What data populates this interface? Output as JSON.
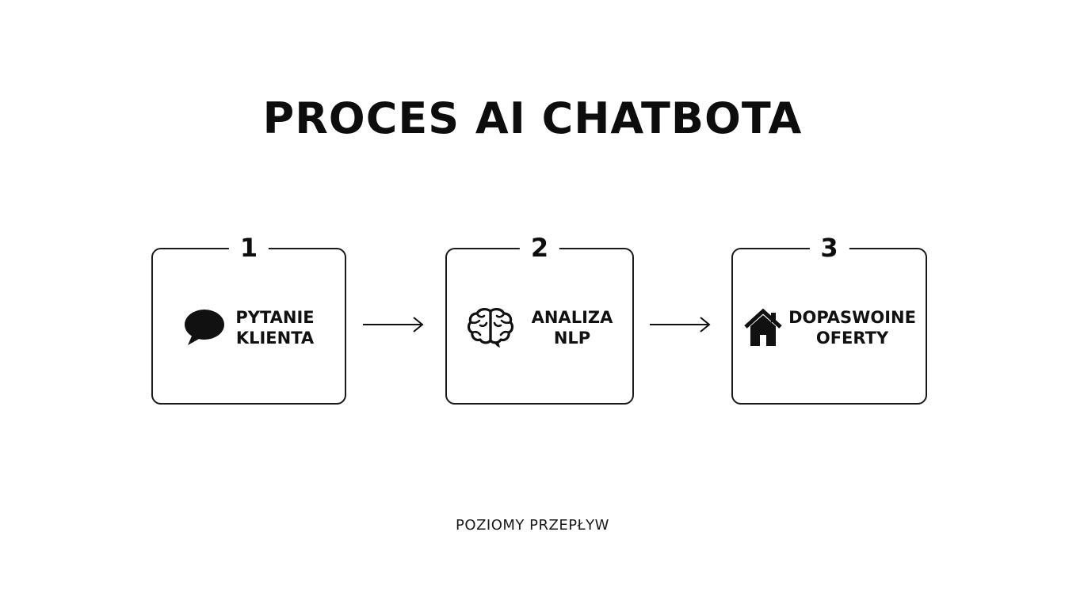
{
  "title": "PROCES AI CHATBOTA",
  "steps": [
    {
      "number": "1",
      "icon": "speech-bubble-icon",
      "label_line1": "PYTANIE",
      "label_line2": "KLIENTA"
    },
    {
      "number": "2",
      "icon": "brain-icon",
      "label_line1": "ANALIZA",
      "label_line2": "NLP"
    },
    {
      "number": "3",
      "icon": "house-icon",
      "label_line1": "DOPASWOINE",
      "label_line2": "OFERTY"
    }
  ],
  "caption": "POZIOMY PRZEPŁYW",
  "colors": {
    "ink": "#111111",
    "background": "#ffffff"
  }
}
